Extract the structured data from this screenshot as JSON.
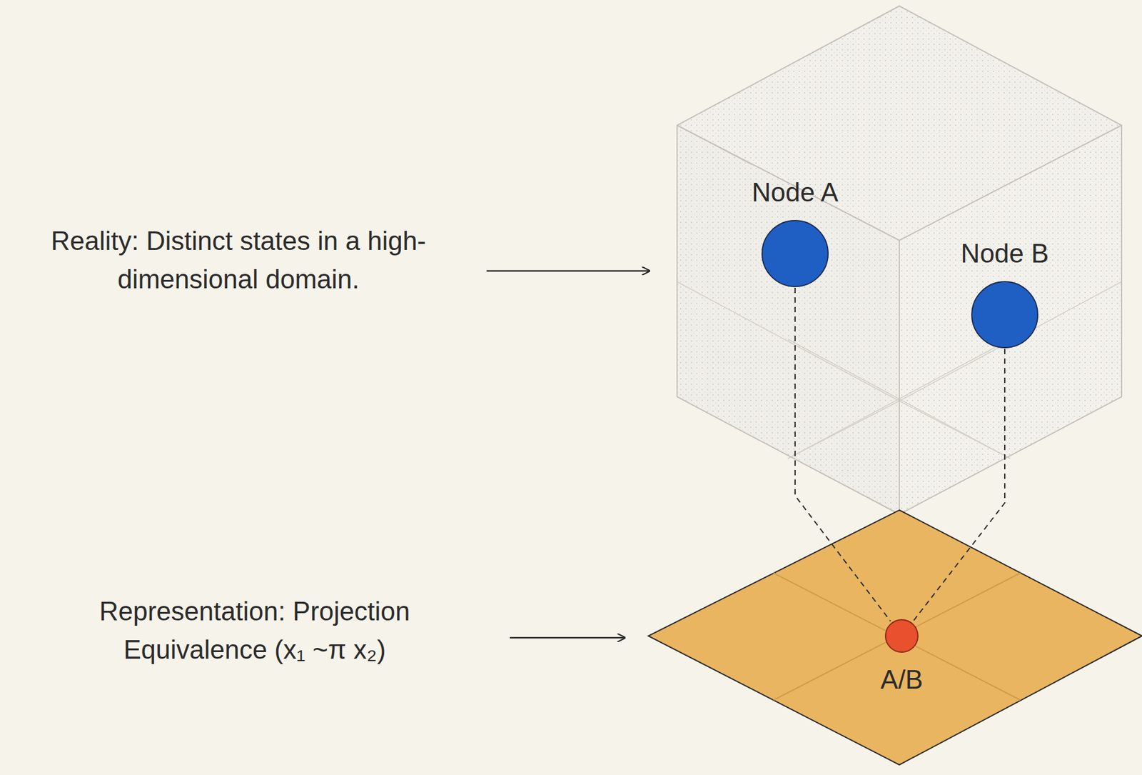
{
  "diagram": {
    "nodes": [
      {
        "text": [
          "Node A"
        ]
      },
      {
        "text": [
          "Node B"
        ]
      },
      {
        "text": [
          "A/B"
        ]
      }
    ],
    "edges": [
      {
        "from": 0,
        "to": 2,
        "arrow": "none"
      },
      {
        "from": 1,
        "to": 2,
        "arrow": "none"
      }
    ],
    "labels": [
      "Reality: Distinct states in a high-dimensional domain.",
      "Representation: Projection Equivalence (x₁ ~π x₂)"
    ]
  }
}
